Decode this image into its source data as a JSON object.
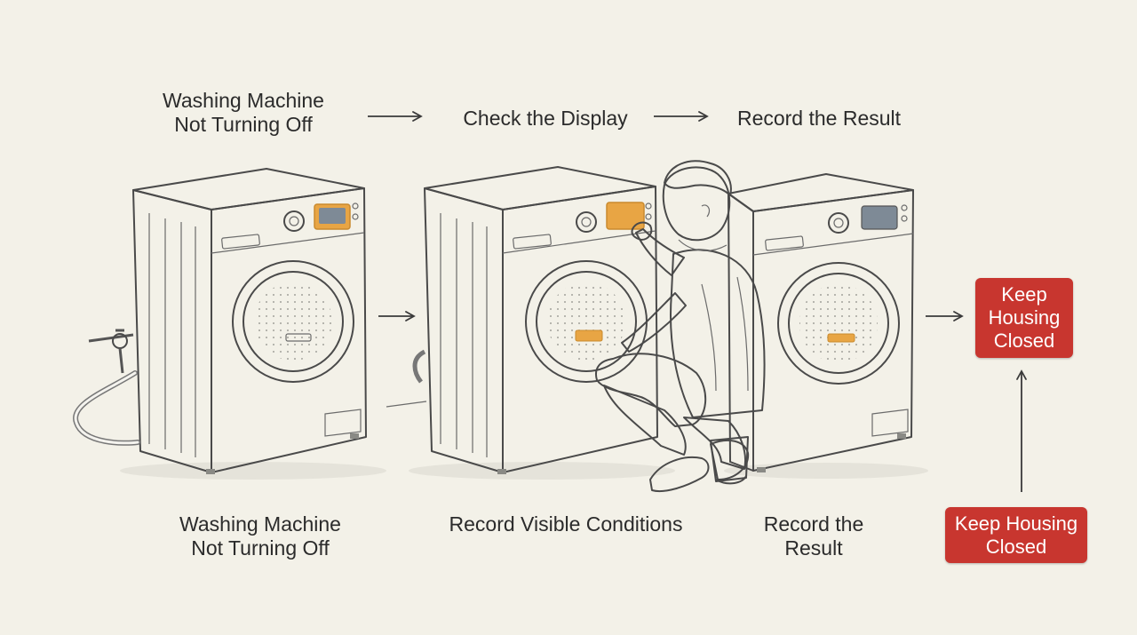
{
  "top_flow": {
    "step1": "Washing Machine\nNot Turning Off",
    "step2": "Check the Display",
    "step3": "Record the Result"
  },
  "bottom_labels": {
    "label1": "Washing Machine\nNot Turning Off",
    "label2": "Record Visible Conditions",
    "label3": "Record the\nResult"
  },
  "badges": {
    "upper": "Keep\nHousing\nClosed",
    "lower": "Keep Housing\nClosed"
  },
  "colors": {
    "background": "#f3f1e8",
    "badge_red": "#c8362f",
    "highlight_orange": "#e8a544",
    "ink": "#4a4a4a"
  }
}
